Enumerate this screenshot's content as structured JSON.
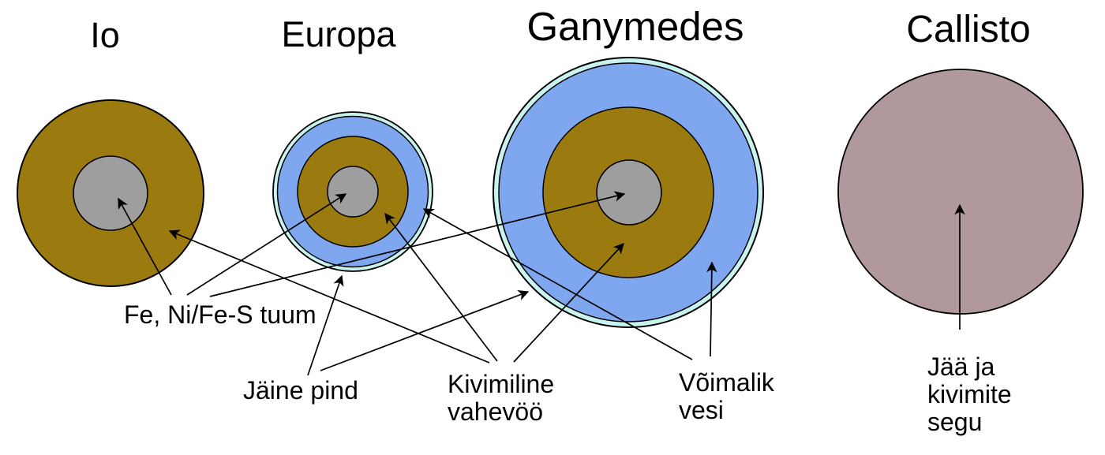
{
  "moons": [
    {
      "name": "Io"
    },
    {
      "name": "Europa"
    },
    {
      "name": "Ganymedes"
    },
    {
      "name": "Callisto"
    }
  ],
  "labels": {
    "core": "Fe, Ni/Fe-S tuum",
    "icy_surface": "Jäine pind",
    "rocky_mantle_1": "Kivimiline",
    "rocky_mantle_2": "vahevöö",
    "possible_water_1": "Võimalik",
    "possible_water_2": "vesi",
    "ice_rock_mix_1": "Jää ja",
    "ice_rock_mix_2": "kivimite",
    "ice_rock_mix_3": "segu"
  },
  "annotations": [
    {
      "label": "Fe, Ni/Fe-S tuum",
      "meaning": "core",
      "targets": [
        "Io",
        "Europa",
        "Ganymedes"
      ]
    },
    {
      "label": "Jäine pind",
      "meaning": "icy surface",
      "targets": [
        "Europa",
        "Ganymedes"
      ]
    },
    {
      "label": "Kivimiline vahevöö",
      "meaning": "rocky mantle",
      "targets": [
        "Io",
        "Europa",
        "Ganymedes"
      ]
    },
    {
      "label": "Võimalik vesi",
      "meaning": "possible water",
      "targets": [
        "Europa",
        "Ganymedes"
      ]
    },
    {
      "label": "Jää ja kivimite segu",
      "meaning": "ice and rock mixture",
      "targets": [
        "Callisto"
      ]
    }
  ],
  "colors": {
    "core_gray": "#9E9E9E",
    "rocky_mantle": "#9B7A10",
    "water_blue": "#7EA7F0",
    "ice_cyan": "#C9F3EE",
    "callisto_mix": "#B0989B",
    "outline": "#000000",
    "background": "#FFFFFF"
  }
}
